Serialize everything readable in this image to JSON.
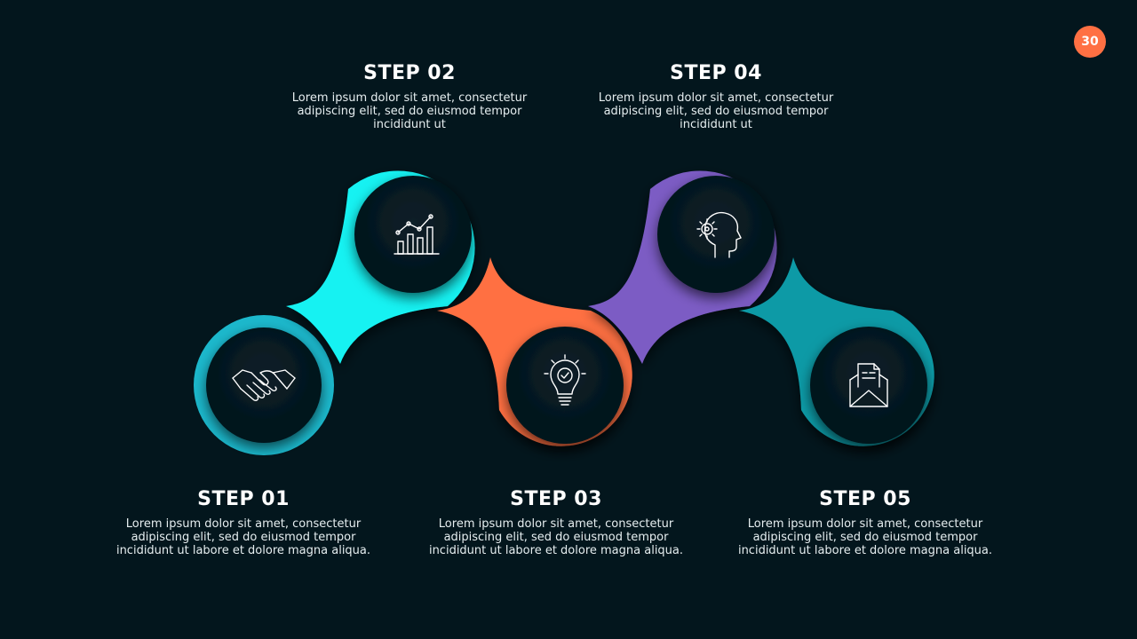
{
  "page_number": "30",
  "colors": {
    "background": "#03161d",
    "step1": "#1cb8cc",
    "step2": "#14f2f2",
    "step3": "#ff7043",
    "step4": "#7c5cc4",
    "step5": "#0f9aa6",
    "badge": "#ff7043"
  },
  "steps": [
    {
      "title": "STEP 01",
      "body": "Lorem ipsum dolor sit amet, consectetur adipiscing elit, sed do eiusmod tempor incididunt ut labore et dolore magna aliqua.",
      "icon": "handshake-icon"
    },
    {
      "title": "STEP 02",
      "body": "Lorem ipsum dolor sit amet, consectetur adipiscing elit, sed do eiusmod tempor incididunt ut",
      "icon": "growth-chart-icon"
    },
    {
      "title": "STEP 03",
      "body": "Lorem ipsum dolor sit amet, consectetur adipiscing elit, sed do eiusmod tempor incididunt ut labore et dolore magna aliqua.",
      "icon": "lightbulb-check-icon"
    },
    {
      "title": "STEP 04",
      "body": "Lorem ipsum dolor sit amet, consectetur adipiscing elit, sed do eiusmod tempor incididunt ut",
      "icon": "head-gear-icon"
    },
    {
      "title": "STEP 05",
      "body": "Lorem ipsum dolor sit amet, consectetur adipiscing elit, sed do eiusmod tempor incididunt ut labore et dolore magna aliqua.",
      "icon": "envelope-document-icon"
    }
  ]
}
